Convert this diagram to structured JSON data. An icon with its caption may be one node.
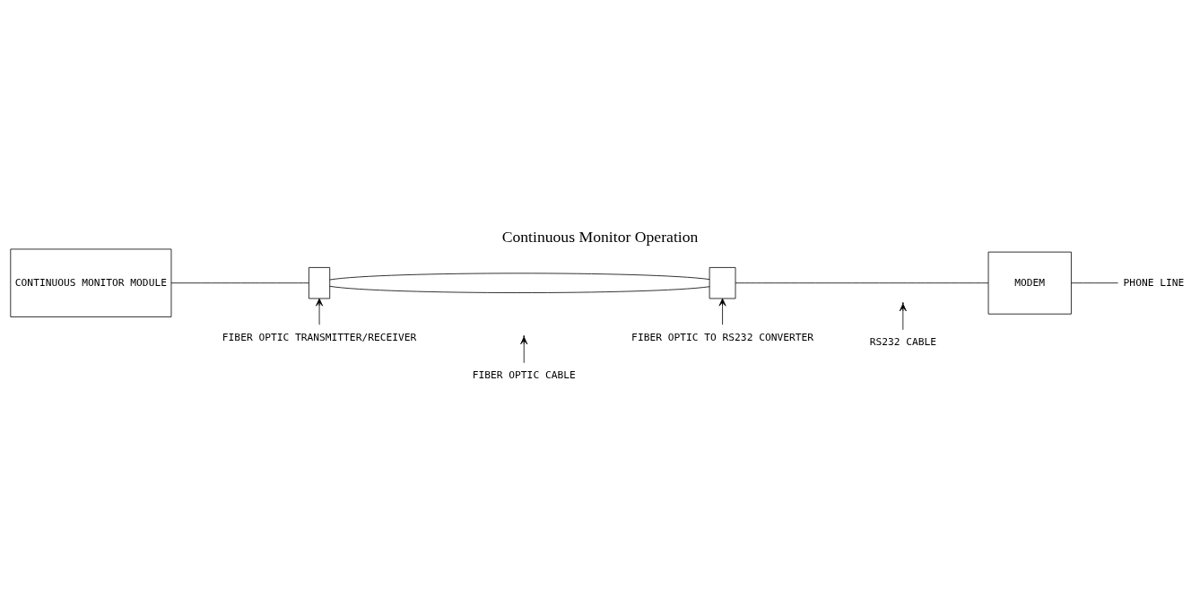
{
  "diagram": {
    "title": "Continuous Monitor Operation",
    "nodes": [
      {
        "text": [
          "CONTINUOUS MONITOR MODULE"
        ]
      },
      {
        "text": [],
        "shape": "box"
      },
      {
        "text": [],
        "shape": "box"
      },
      {
        "text": [
          "MODEM"
        ]
      },
      {
        "text": [
          "PHONE LINE"
        ]
      },
      {
        "text": [
          "FIBER OPTIC TRANSMITTER/RECEIVER"
        ]
      },
      {
        "text": [
          "FIBER OPTIC TO RS232 CONVERTER"
        ]
      },
      {
        "text": [
          "FIBER OPTIC CABLE"
        ]
      },
      {
        "text": [
          "RS232 CABLE"
        ]
      }
    ],
    "edges": [
      {
        "from": 0,
        "to": 1,
        "arrow": "none"
      },
      {
        "from": 1,
        "to": 2,
        "arrow": "none"
      },
      {
        "from": 1,
        "to": 2,
        "arrow": "none"
      },
      {
        "from": 2,
        "to": 3,
        "arrow": "none"
      },
      {
        "from": 3,
        "to": 4,
        "arrow": "none"
      },
      {
        "from": 5,
        "to": 1,
        "arrow": "to"
      },
      {
        "from": 6,
        "to": 2,
        "arrow": "to"
      },
      {
        "from": 7,
        "to": null,
        "arrow": "to"
      },
      {
        "from": 8,
        "to": null,
        "arrow": "to"
      }
    ]
  }
}
